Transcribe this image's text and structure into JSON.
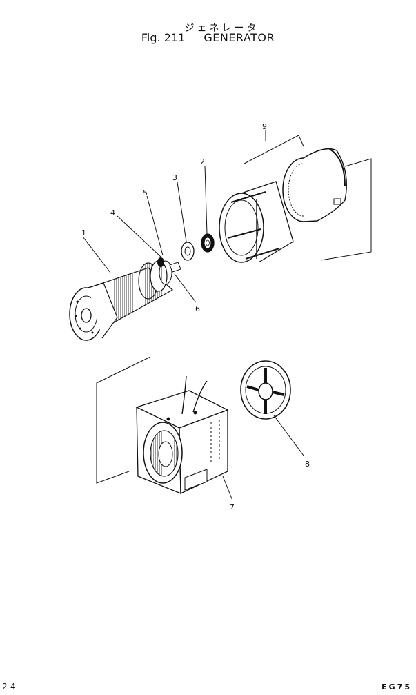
{
  "header": {
    "japanese_title": "ジェネレータ",
    "figure_label": "Fig. 211",
    "figure_name": "GENERATOR"
  },
  "callouts": {
    "c1": "1",
    "c2": "2",
    "c3": "3",
    "c4": "4",
    "c5": "5",
    "c6": "6",
    "c7": "7",
    "c8": "8",
    "c9": "9"
  },
  "footer": {
    "page_number": "2-4",
    "code": "EG75"
  }
}
